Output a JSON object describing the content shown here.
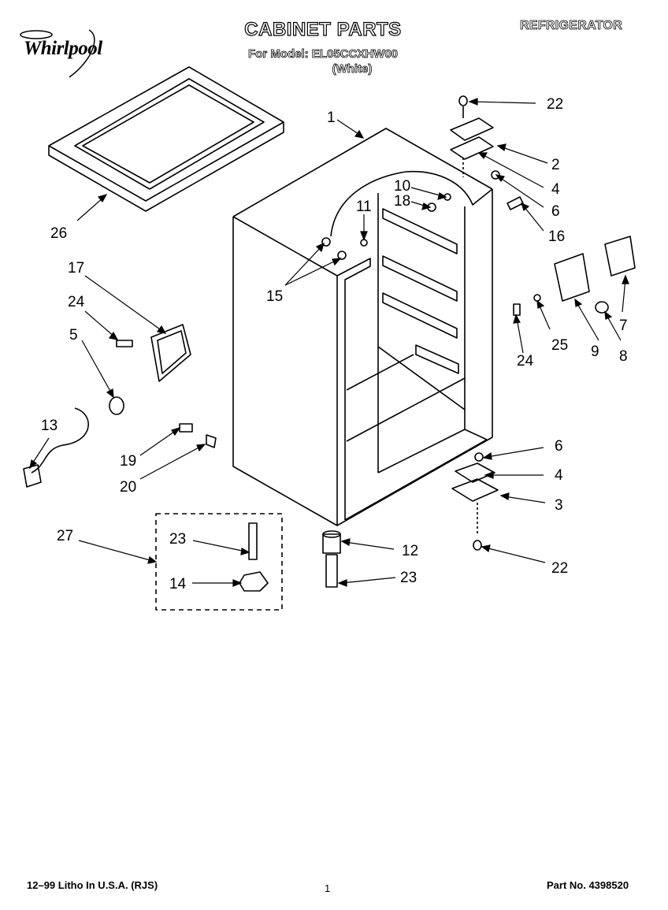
{
  "header": {
    "brand": "Whirlpool",
    "title": "CABINET PARTS",
    "model_line": "For Model: EL05CCXHW00",
    "color_line": "(White)",
    "appliance": "REFRIGERATOR"
  },
  "footer": {
    "litho": "12–99 Litho In U.S.A. (RJS)",
    "page": "1",
    "part_no": "Part No. 4398520"
  },
  "part_numbers": [
    "1",
    "22",
    "2",
    "4",
    "6",
    "16",
    "10",
    "18",
    "11",
    "15",
    "17",
    "24",
    "5",
    "13",
    "19",
    "20",
    "25",
    "9",
    "7",
    "8",
    "6",
    "4",
    "3",
    "22",
    "12",
    "23",
    "27",
    "23",
    "14",
    "26",
    "24"
  ]
}
